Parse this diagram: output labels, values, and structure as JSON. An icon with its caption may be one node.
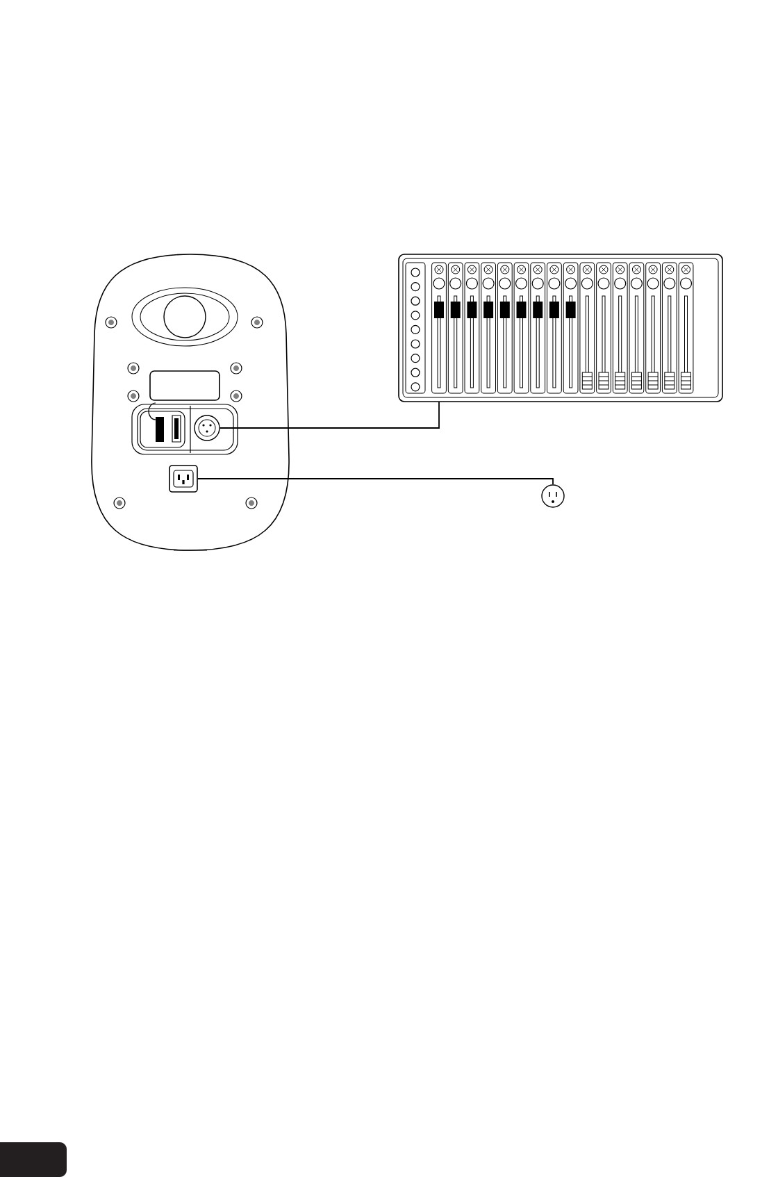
{
  "diagram": {
    "nodes": [
      {
        "text": [],
        "shape": "picture"
      },
      {
        "text": [],
        "shape": "circle",
        "in": 0
      },
      {
        "text": [],
        "shape": "box",
        "in": 0
      },
      {
        "text": [],
        "shape": "picture"
      },
      {
        "text": [],
        "shape": "circle"
      }
    ],
    "edges": [
      {
        "from": 1,
        "to": 3,
        "arrow": "none"
      },
      {
        "from": 2,
        "to": 4,
        "arrow": "none"
      }
    ]
  }
}
